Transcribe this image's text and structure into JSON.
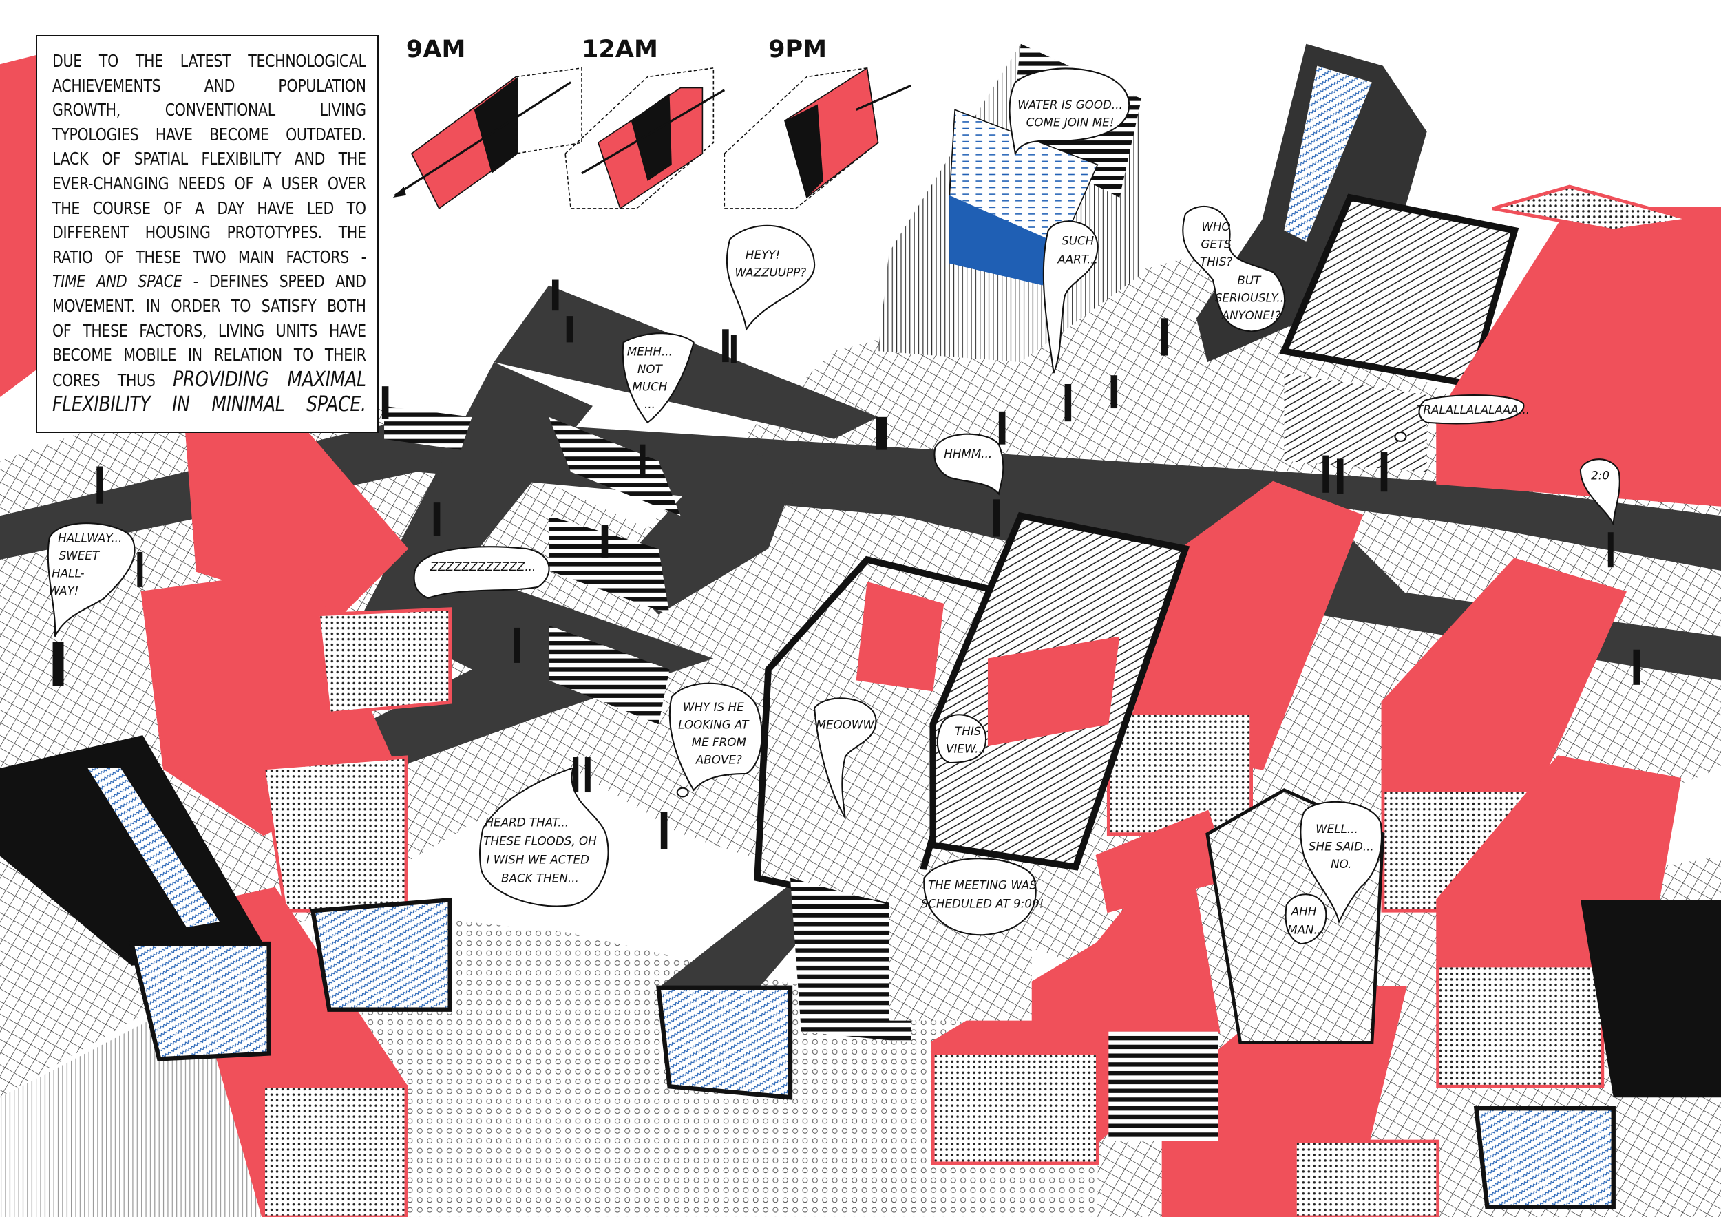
{
  "intro": {
    "lines": [
      "DUE TO THE LATEST TECHNOLOGICAL",
      "ACHIEVEMENTS AND POPULATION",
      "GROWTH, CONVENTIONAL LIVING",
      "TYPOLOGIES HAVE BECOME OUTDATED.",
      "LACK OF SPATIAL FLEXIBILITY AND THE",
      "EVER-CHANGING NEEDS OF A USER OVER",
      "THE COURSE OF A DAY HAVE LED TO",
      "DIFFERENT HOUSING PROTOTYPES. THE",
      "RATIO OF THESE TWO MAIN FACTORS -",
      "TIME AND SPACE",
      " - DEFINES SPEED AND",
      "MOVEMENT. IN ORDER TO SATISFY BOTH",
      "OF THESE FACTORS, LIVING UNITS HAVE",
      "BECOME MOBILE IN RELATION TO THEIR",
      "CORES THUS ",
      "PROVIDING MAXIMAL",
      "FLEXIBILITY IN MINIMAL SPACE."
    ]
  },
  "time_diagram": {
    "labels": [
      "9AM",
      "12AM",
      "9PM"
    ]
  },
  "bubbles": [
    {
      "lines": [
        "HEYY!",
        "WAZZUUPP?"
      ]
    },
    {
      "lines": [
        "MEHH...",
        "NOT",
        "MUCH",
        "..."
      ]
    },
    {
      "lines": [
        "WATER IS GOOD...",
        "COME JOIN ME!"
      ]
    },
    {
      "lines": [
        "SUCH",
        "AART..."
      ]
    },
    {
      "lines": [
        "WHO",
        "GETS",
        "THIS?",
        "BUT",
        "SERIOUSLY...",
        "ANYONE!?"
      ]
    },
    {
      "lines": [
        "TRALALLALALAAA..."
      ]
    },
    {
      "lines": [
        "2:0"
      ]
    },
    {
      "lines": [
        "HHMM..."
      ]
    },
    {
      "lines": [
        "ZZZZZZZZZZZZ..."
      ]
    },
    {
      "lines": [
        "HALLWAY...",
        "SWEET",
        "HALL-",
        "WAY!"
      ]
    },
    {
      "lines": [
        "WHY IS HE",
        "LOOKING AT",
        "ME FROM",
        "ABOVE?"
      ]
    },
    {
      "lines": [
        "HEARD THAT...",
        "THESE FLOODS, OH",
        "I WISH WE ACTED",
        "BACK THEN..."
      ]
    },
    {
      "lines": [
        "MEOOWW"
      ]
    },
    {
      "lines": [
        "THIS",
        "VIEW..."
      ]
    },
    {
      "lines": [
        "THE MEETING WAS",
        "SCHEDULED AT 9:00!"
      ]
    },
    {
      "lines": [
        "WELL...",
        "SHE SAID...",
        "NO."
      ]
    },
    {
      "lines": [
        "AHH",
        "MAN..."
      ]
    }
  ],
  "colors": {
    "red": "#f0505a",
    "dark": "#3a3a3a",
    "blue": "#1f5fb4",
    "light_blue": "#8fb3e0"
  }
}
